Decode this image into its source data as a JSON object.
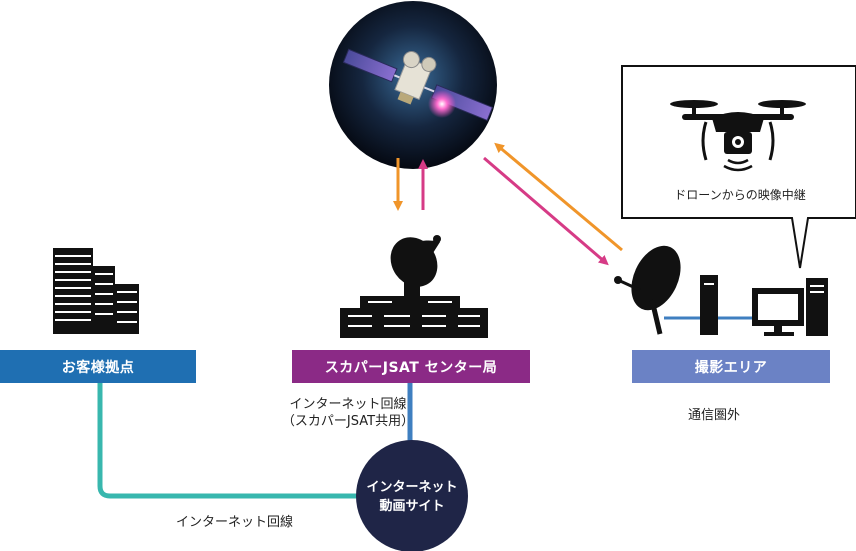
{
  "nodes": {
    "customer": {
      "label": "お客様拠点",
      "color": "#1f6fb2"
    },
    "center": {
      "label": "スカパーJSAT センター局",
      "color": "#8b2a86"
    },
    "area": {
      "label": "撮影エリア",
      "color": "#6b82c5",
      "note": "通信圏外"
    },
    "site": {
      "line1": "インターネット",
      "line2": "動画サイト",
      "color": "#1f2547"
    }
  },
  "links": {
    "center_line_1": "インターネット回線",
    "center_line_2": "（スカパーJSAT共用）",
    "customer_line": "インターネット回線",
    "uplink_color": "#f0952a",
    "downlink_color": "#d63b86",
    "internet_line_color": "#38b7ae",
    "center_line_color": "#3f7fc0"
  },
  "bubble": {
    "caption": "ドローンからの映像中継"
  },
  "icons": [
    "satellite-icon",
    "building-icon",
    "ground-station-icon",
    "drone-icon",
    "dish-antenna-icon",
    "server-tower-icon",
    "monitor-icon"
  ]
}
